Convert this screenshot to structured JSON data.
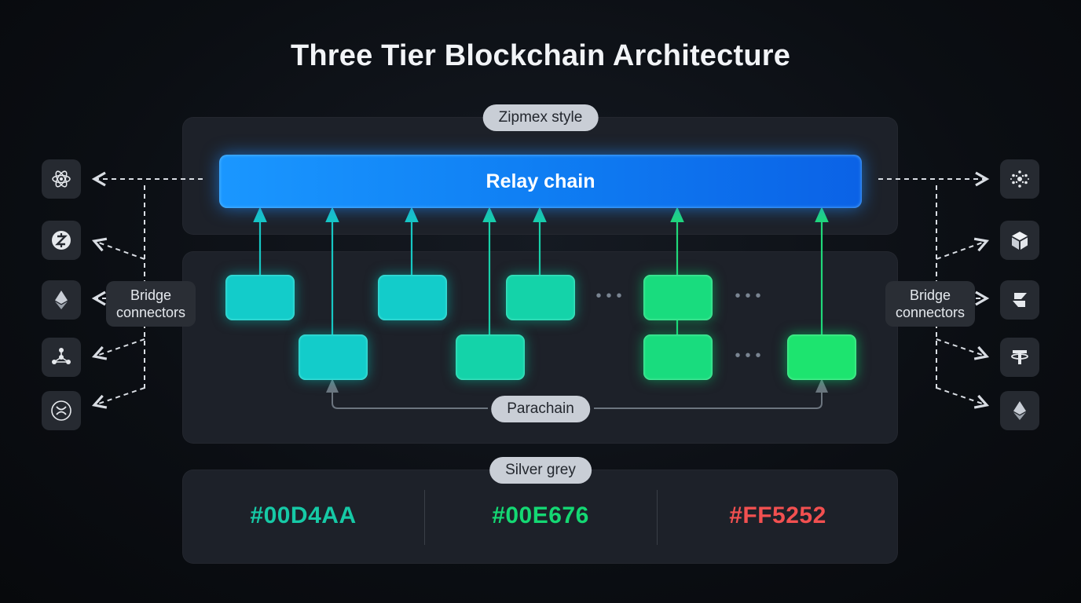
{
  "title": "Three Tier Blockchain Architecture",
  "tiers": {
    "top_label": "Zipmex style",
    "relay_chain": "Relay chain",
    "middle_label": "Parachain",
    "bottom_label": "Silver grey"
  },
  "bridges": {
    "left": [
      "Bridge",
      "connectors"
    ],
    "right": [
      "Bridge",
      "connectors"
    ]
  },
  "left_coins": [
    "atom-icon",
    "zcash-icon",
    "ethereum-icon",
    "network-nodes-icon",
    "xrp-icon"
  ],
  "right_coins": [
    "cardano-icon",
    "cube-icon",
    "stacked-s-icon",
    "tether-icon",
    "ethereum-icon"
  ],
  "palette": [
    {
      "hex": "#00D4AA",
      "color": "#00D4AA"
    },
    {
      "hex": "#00E676",
      "color": "#00E676"
    },
    {
      "hex": "#FF5252",
      "color": "#FF5252"
    }
  ]
}
